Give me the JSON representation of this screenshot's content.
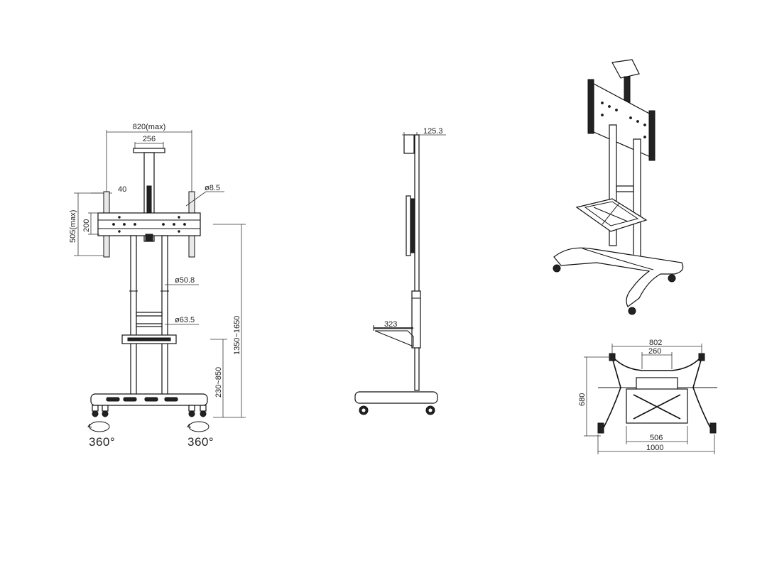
{
  "front_view": {
    "width_max": "820(max)",
    "top_plate_width": "256",
    "bracket_width": "40",
    "hole_diameter": "ø8.5",
    "vesa_height_max": "505(max)",
    "inner_height": "200",
    "pole_diameter_small": "ø50.8",
    "pole_diameter_large": "ø63.5",
    "total_height": "1350~1650",
    "shelf_height": "230~850",
    "rotation_left": "360°",
    "rotation_right": "360°"
  },
  "side_view": {
    "top_offset": "125.3",
    "shelf_depth": "323"
  },
  "base_view": {
    "outer_top_width": "802",
    "plate_width": "260",
    "depth": "680",
    "shelf_width": "506",
    "total_width": "1000"
  }
}
